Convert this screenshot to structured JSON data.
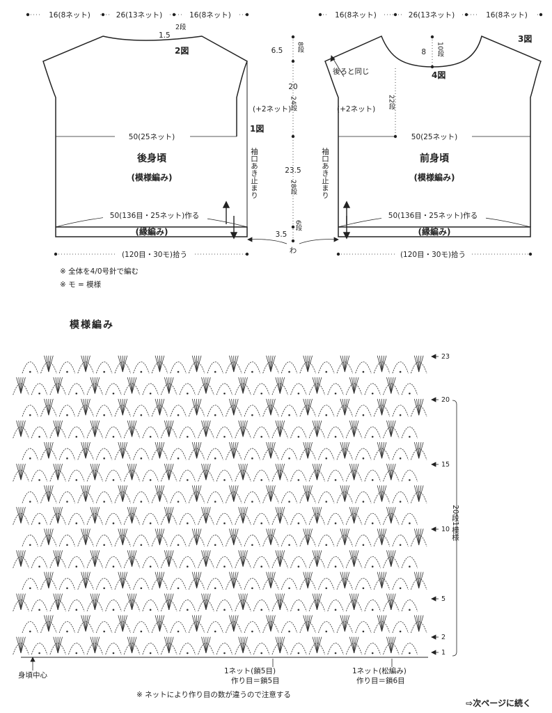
{
  "top_dims": {
    "left_side": "16(8ネット)",
    "center": "26(13ネット)",
    "right_side": "16(8ネット)"
  },
  "back": {
    "title": "後身頃",
    "subtitle": "(模様編み)",
    "width_label": "50(25ネット)",
    "start_label": "50(136目・25ネット)作る",
    "edge_label": "(縁編み)",
    "pickup_label": "(120目・30モ)拾う",
    "neck_drop_cm": "1.5",
    "neck_drop_rows": "2段",
    "fig_label": "2図",
    "fig_body_label": "1図",
    "increase_label": "(+2ネット)",
    "sleeve_label": "袖口あき止まり"
  },
  "front": {
    "title": "前身頃",
    "subtitle": "(模様編み)",
    "width_label": "50(25ネット)",
    "start_label": "50(136目・25ネット)作る",
    "edge_label": "(縁編み)",
    "pickup_label": "(120目・30モ)拾う",
    "same_as_back": "後ろと同じ",
    "neck_drop_cm": "8",
    "neck_drop_rows": "10段",
    "side_rows": "22段",
    "fig_label_a": "3図",
    "fig_label_b": "4図",
    "increase_label": "(+2ネット)",
    "sleeve_label": "袖口あき止まり"
  },
  "vertical_dims": [
    {
      "cm": "6.5",
      "rows": "8段"
    },
    {
      "cm": "20",
      "rows": "24段"
    },
    {
      "cm": "23.5",
      "rows": "28段"
    },
    {
      "cm": "3.5",
      "rows": "6段"
    }
  ],
  "ring_label": "わ",
  "notes": [
    "※ 全体を4/0号針で編む",
    "※ モ = 模様"
  ],
  "pattern": {
    "title": "模様編み",
    "row_marks": [
      "23",
      "20",
      "15",
      "10",
      "5",
      "2",
      "1"
    ],
    "repeat_label": "20段1模様",
    "center_label": "身頃中心",
    "net_label_1a": "1ネット(鎖5目)",
    "net_label_1b": "作り目＝鎖5目",
    "net_label_2a": "1ネット(松編み)",
    "net_label_2b": "作り目＝鎖6目",
    "caution": "※ ネットにより作り目の数が違うので注意する"
  },
  "footer": "⇨次ページに続く"
}
